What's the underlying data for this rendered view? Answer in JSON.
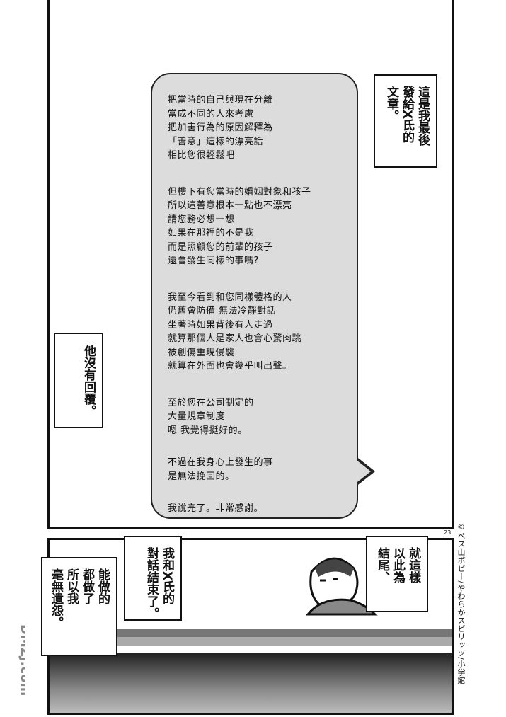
{
  "message": {
    "paragraphs": [
      "把當時的自己與現在分離\n當成不同的人來考慮\n把加害行為的原因解釋為\n「善意」這樣的漂亮話\n相比您很輕鬆吧",
      "但樓下有您當時的婚姻對象和孩子\n所以這善意根本一點也不漂亮\n請您務必想一想\n如果在那裡的不是我\n而是照顧您的前輩的孩子\n還會發生同樣的事嗎?",
      "我至今看到和您同樣體格的人\n仍舊會防備 無法冷靜對話\n坐著時如果背後有人走過\n就算那個人是家人也會心驚肉跳\n被創傷重現侵襲\n就算在外面也會幾乎叫出聲。",
      "至於您在公司制定的\n大量規章制度\n嗯 我覺得挺好的。",
      "不過在我身心上發生的事\n是無法挽回的。",
      "我說完了。非常感謝。"
    ]
  },
  "captions": {
    "top_right": "這是我最後\n發給X氏的\n文章。",
    "left_mid": "他沒有回覆。",
    "bottom_center": "我和X氏的\n對話結束了。",
    "bottom_left": "能做的\n都做了\n所以我\n毫無遺怨。",
    "bottom_right": "就這樣\n以此為\n結尾、"
  },
  "page_number": "23",
  "credit": "©ペス山ポピー/やわらかスピリッツ/小学館",
  "watermark": "DMZJ.com"
}
